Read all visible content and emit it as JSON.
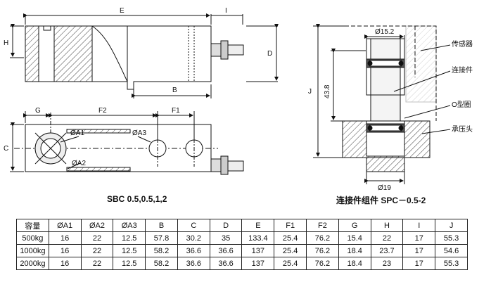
{
  "left_drawing": {
    "caption": "SBC 0.5,0.5,1,2",
    "dims": {
      "E": "E",
      "I": "I",
      "H": "H",
      "D": "D",
      "B": "B",
      "G": "G",
      "F2": "F2",
      "F1": "F1",
      "C": "C",
      "A1": "ØA1",
      "A2": "ØA2",
      "A3": "ØA3"
    }
  },
  "right_drawing": {
    "caption": "连接件组件 SPC－0.5-2",
    "dims": {
      "J": "J",
      "height": "43.8",
      "top_dia": "Ø15.2",
      "bottom_dia": "Ø19"
    },
    "callouts": {
      "sensor": "传感器",
      "connector": "连接件",
      "o_ring": "O型圈",
      "bearing_head": "承压头"
    }
  },
  "table": {
    "headers": [
      "容量",
      "ØA1",
      "ØA2",
      "ØA3",
      "B",
      "C",
      "D",
      "E",
      "F1",
      "F2",
      "G",
      "H",
      "I",
      "J"
    ],
    "rows": [
      [
        "500kg",
        "16",
        "22",
        "12.5",
        "57.8",
        "30.2",
        "35",
        "133.4",
        "25.4",
        "76.2",
        "15.4",
        "22",
        "17",
        "55.3"
      ],
      [
        "1000kg",
        "16",
        "22",
        "12.5",
        "58.2",
        "36.6",
        "36.6",
        "137",
        "25.4",
        "76.2",
        "18.4",
        "23.7",
        "17",
        "54.6"
      ],
      [
        "2000kg",
        "16",
        "22",
        "12.5",
        "58.2",
        "36.6",
        "36.6",
        "137",
        "25.4",
        "76.2",
        "18.4",
        "23",
        "17",
        "55.3"
      ]
    ]
  }
}
